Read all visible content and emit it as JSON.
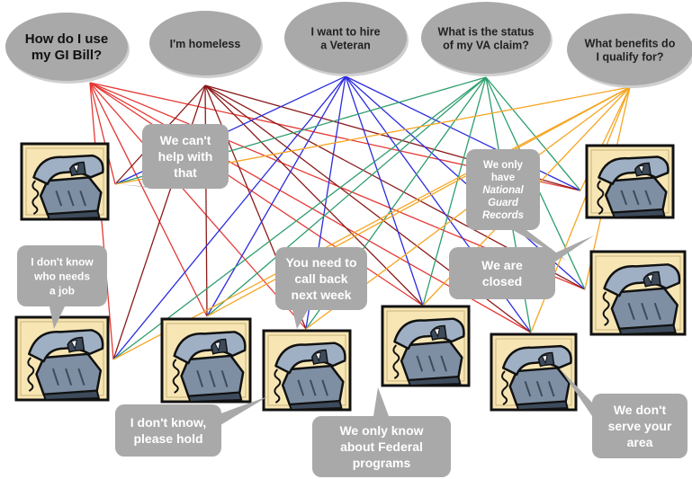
{
  "questions": [
    {
      "id": "gi-bill",
      "lines": [
        "How do I use",
        "my GI Bill?"
      ],
      "color": "#e53935"
    },
    {
      "id": "homeless",
      "lines": [
        "I'm homeless"
      ],
      "color": "#8b1a1a"
    },
    {
      "id": "hire-veteran",
      "lines": [
        "I want to hire",
        "a Veteran"
      ],
      "color": "#2b2be0"
    },
    {
      "id": "claim-status",
      "lines": [
        "What is the status",
        "of my VA claim?"
      ],
      "color": "#2e9e6e"
    },
    {
      "id": "benefits",
      "lines": [
        "What benefits do",
        "I qualify for?"
      ],
      "color": "#f5a623"
    }
  ],
  "responses": [
    {
      "id": "cant-help",
      "lines": [
        "We can't",
        "help with",
        "that"
      ]
    },
    {
      "id": "guard-records",
      "lines": [
        "We only",
        "have",
        "National",
        "Guard",
        "Records"
      ],
      "italic_from": 2
    },
    {
      "id": "dont-know-job",
      "lines": [
        "I don't know",
        "who needs",
        "a job"
      ]
    },
    {
      "id": "call-back",
      "lines": [
        "You need to",
        "call back",
        "next week"
      ]
    },
    {
      "id": "closed",
      "lines": [
        "We are",
        "closed"
      ]
    },
    {
      "id": "please-hold",
      "lines": [
        "I don't know,",
        "please hold"
      ]
    },
    {
      "id": "federal-only",
      "lines": [
        "We only know",
        "about Federal",
        "programs"
      ]
    },
    {
      "id": "dont-serve",
      "lines": [
        "We don't",
        "serve your",
        "area"
      ]
    }
  ],
  "colors": {
    "bubble_gray": "#a9a9a9",
    "phone_frame": "#f7e6b4",
    "phone_body": "#7e8fa3",
    "phone_dark": "#3d4b5c",
    "outline": "#111111"
  }
}
